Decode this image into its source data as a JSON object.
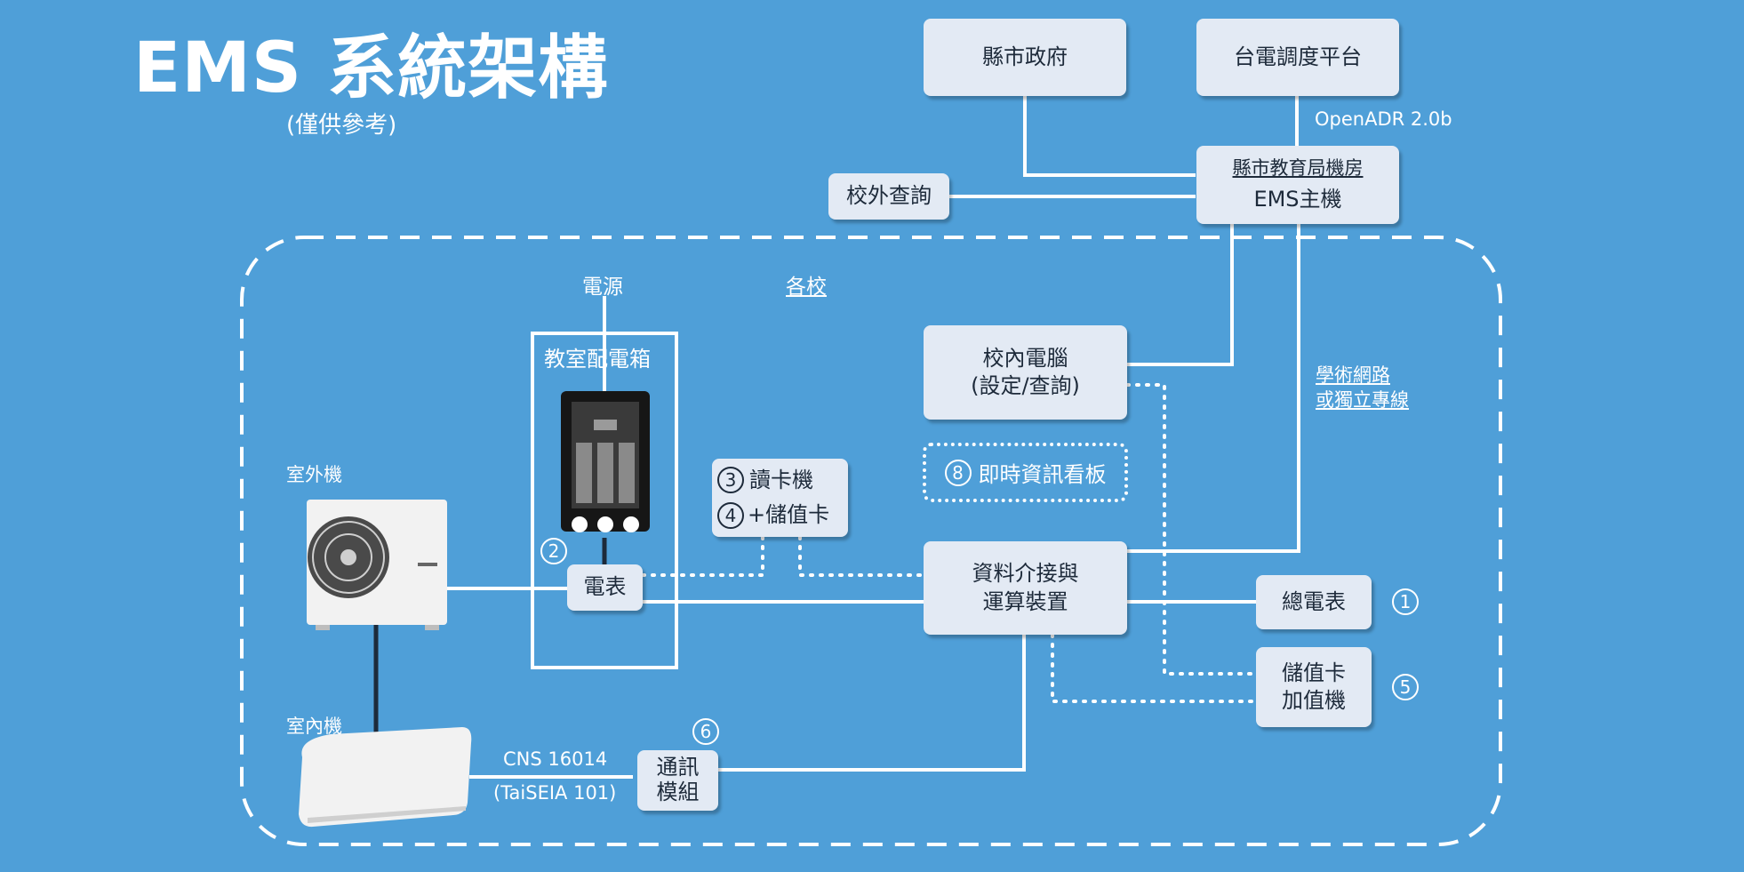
{
  "title": "EMS 系統架構",
  "subtitle": "(僅供參考)",
  "boxes": {
    "county_gov": "縣市政府",
    "taipower": "台電調度平台",
    "ems_host_top": "縣市教育局機房",
    "ems_host_bottom": "EMS主機",
    "offsite_query": "校外查詢",
    "campus_pc_1": "校內電腦",
    "campus_pc_2": "(設定/查詢)",
    "card_reader": "讀卡機",
    "stored_card": "+儲值卡",
    "data_interface_1": "資料介接與",
    "data_interface_2": "運算裝置",
    "main_meter": "總電表",
    "card_topup_1": "儲值卡",
    "card_topup_2": "加值機",
    "meter": "電表",
    "comm_module_1": "通訊",
    "comm_module_2": "模組",
    "dashboard": "即時資訊看板"
  },
  "labels": {
    "openadr": "OpenADR 2.0b",
    "power_source": "電源",
    "each_school": "各校",
    "distribution_box": "教室配電箱",
    "outdoor_unit": "室外機",
    "indoor_unit": "室內機",
    "network_1": "學術網路",
    "network_2": "或獨立專線",
    "cns": "CNS 16014",
    "taiseia": "(TaiSEIA 101)"
  },
  "numbers": {
    "n1": "1",
    "n2": "2",
    "n3": "3",
    "n4": "4",
    "n5": "5",
    "n6": "6",
    "n8": "8"
  },
  "colors": {
    "background": "#4f9fd8",
    "box": "#e3eaf4",
    "line": "#ffffff",
    "text": "#1d2a3a"
  }
}
